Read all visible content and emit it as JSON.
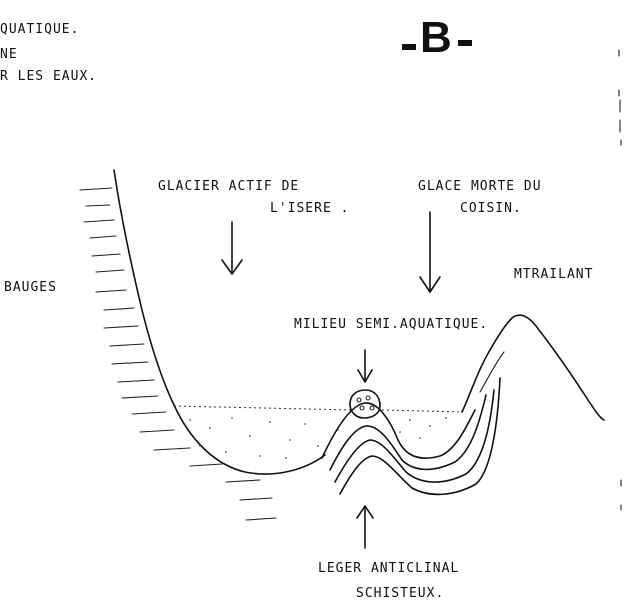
{
  "corner_text": {
    "line1": "QUATIQUE.",
    "line2": "NE",
    "line3": "R LES EAUX."
  },
  "panel_letter": "B",
  "labels": {
    "glacier_actif_1": "GLACIER ACTIF DE",
    "glacier_actif_2": "L'ISERE .",
    "glace_morte_1": "GLACE MORTE DU",
    "glace_morte_2": "COISIN.",
    "bauges": "BAUGES",
    "montrailant": "MTRAILANT",
    "milieu": "MILIEU SEMI.AQUATIQUE.",
    "leger": "LEGER ANTICLINAL",
    "schisteux": "SCHISTEUX."
  },
  "colors": {
    "ink": "#111111",
    "background": "#ffffff"
  }
}
